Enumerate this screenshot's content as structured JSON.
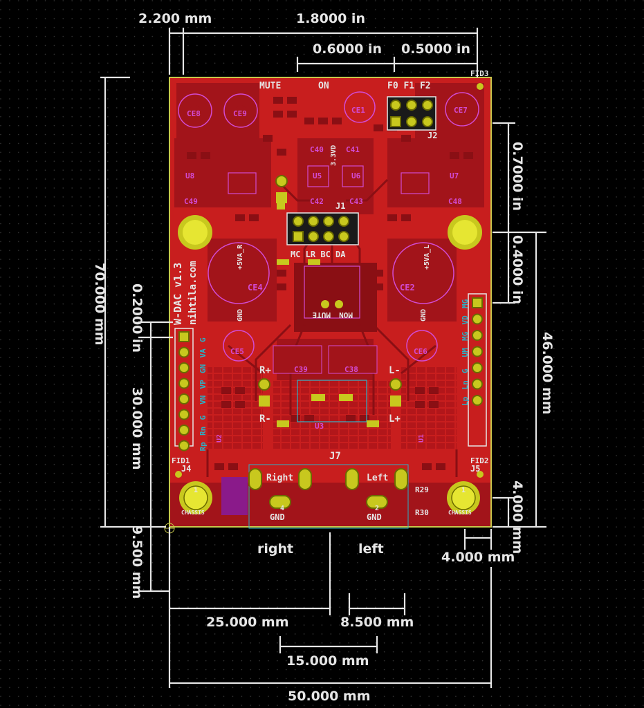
{
  "board": {
    "title": "W-DAC v1.3",
    "subtitle": "nihtila.com",
    "colors": {
      "background": "#000000",
      "copper": "#c81e1e",
      "copper_dark": "#8a0f14",
      "pad": "#c8c81e",
      "silkscreen": "#e6e6e6",
      "fab": "#d24bd2",
      "courtyard": "#2bb0c6",
      "edge": "#c8c84b"
    }
  },
  "dimensions": {
    "top_offset": "2.200 mm",
    "connector_span": "1.8000 in",
    "header_to_fuse": "0.6000 in",
    "fuse_span": "0.5000 in",
    "total_height": "70.000 mm",
    "right_upper": "0.7000 in",
    "right_lower": "0.4000 in",
    "right_block": "46.000 mm",
    "left_pitch": "0.2000 in",
    "left_header": "30.000 mm",
    "bottom_offset": "9.500 mm",
    "hole_edge": "4.000 mm",
    "hole_side": "4.000 mm",
    "jack_center": "25.000 mm",
    "jack_pitch": "8.500 mm",
    "jack_span": "15.000 mm",
    "board_width": "50.000 mm"
  },
  "labels": {
    "right_channel": "right",
    "left_channel": "left",
    "mute": "MUTE",
    "on": "ON",
    "f_labels": "F0 F1 F2",
    "fid1": "FID1",
    "fid2": "FID2",
    "fid3": "FID3",
    "j7": "J7",
    "j4": "J4",
    "j5": "J5",
    "j2": "J2",
    "j1": "J1",
    "gnd": "GND",
    "chassis": "CHASSIS",
    "right_jack": "Right",
    "left_jack": "Left",
    "mc_row": "MC LR BC DA",
    "rp": "R+",
    "rm": "R-",
    "lp": "L+",
    "lm": "L-",
    "r29": "R29",
    "r30": "R30",
    "ce4": "CE4",
    "ce2": "CE2",
    "ce5": "CE5",
    "ce6": "CE6",
    "ce8": "CE8",
    "ce9": "CE9",
    "ce1": "CE1",
    "ce7": "CE7",
    "c42": "C42",
    "c40": "C40",
    "c41": "C41",
    "c43": "C43",
    "c48": "C48",
    "c49": "C49",
    "c39": "C39",
    "c38": "C38",
    "u5": "U5",
    "u6": "U6",
    "u7": "U7",
    "u8": "U8",
    "u3": "U3",
    "u2": "U2",
    "u1": "U1",
    "vcc": "+5VA_R",
    "vcc_l": "+5VA_L",
    "gnd_tag": "GND",
    "three_v3": "3.3VD",
    "mute_tag": "MUTE",
    "mon_tag": "MON",
    "c1": "1",
    "c2": "2",
    "c4": "4",
    "left_header_pins": [
      "G",
      "VA",
      "GN",
      "VP",
      "VN",
      "G",
      "Rn",
      "Rp"
    ],
    "right_header_pins": [
      "MG",
      "VD",
      "MG",
      "UM",
      "G",
      "Ln",
      "Lp"
    ]
  }
}
